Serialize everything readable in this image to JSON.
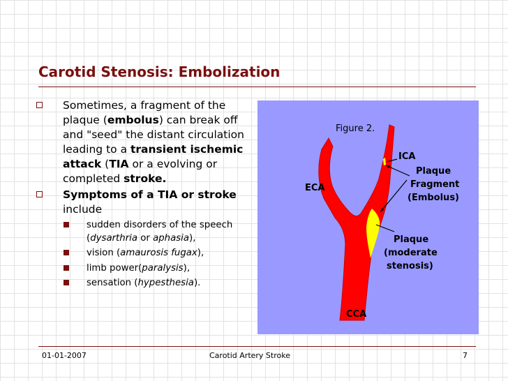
{
  "slide": {
    "title": "Carotid Stenosis: Embolization"
  },
  "bullets": {
    "b1": {
      "t1": "Sometimes, a fragment of the plaque (",
      "t2": "embolus",
      "t3": ") can break off and \"seed\" the distant circulation leading to a ",
      "t4": "transient ischemic attack",
      "t5": " (",
      "t6": "TIA",
      "t7": " or a evolving or completed ",
      "t8": "stroke."
    },
    "b2": {
      "t1": "Symptoms of a TIA or stroke",
      "t2": " include"
    },
    "sub": [
      {
        "a": "sudden disorders of the speech (",
        "b": "dysarthria",
        "c": " or ",
        "d": "aphasia",
        "e": "),",
        "f": ""
      },
      {
        "a": "vision (",
        "b": "amaurosis fugax",
        "c": "),",
        "d": "",
        "e": "",
        "f": ""
      },
      {
        "a": "limb power(",
        "b": "paralysis",
        "c": "),",
        "d": "",
        "e": "",
        "f": ""
      },
      {
        "a": "sensation (",
        "b": "hypesthesia",
        "c": ").",
        "d": "",
        "e": "",
        "f": ""
      }
    ]
  },
  "figure": {
    "caption": "Figure 2.",
    "ica": "ICA",
    "eca": "ECA",
    "cca": "CCA",
    "fragment": [
      "Plaque",
      "Fragment",
      "(Embolus)"
    ],
    "plaque": [
      "Plaque",
      "(moderate",
      "stenosis)"
    ]
  },
  "footer": {
    "date": "01-01-2007",
    "center": "Carotid Artery Stroke",
    "page": "7"
  },
  "colors": {
    "title": "#7a0f0f",
    "figure_bg": "#9999ff",
    "artery": "#ff0000",
    "plaque": "#ffff00"
  }
}
